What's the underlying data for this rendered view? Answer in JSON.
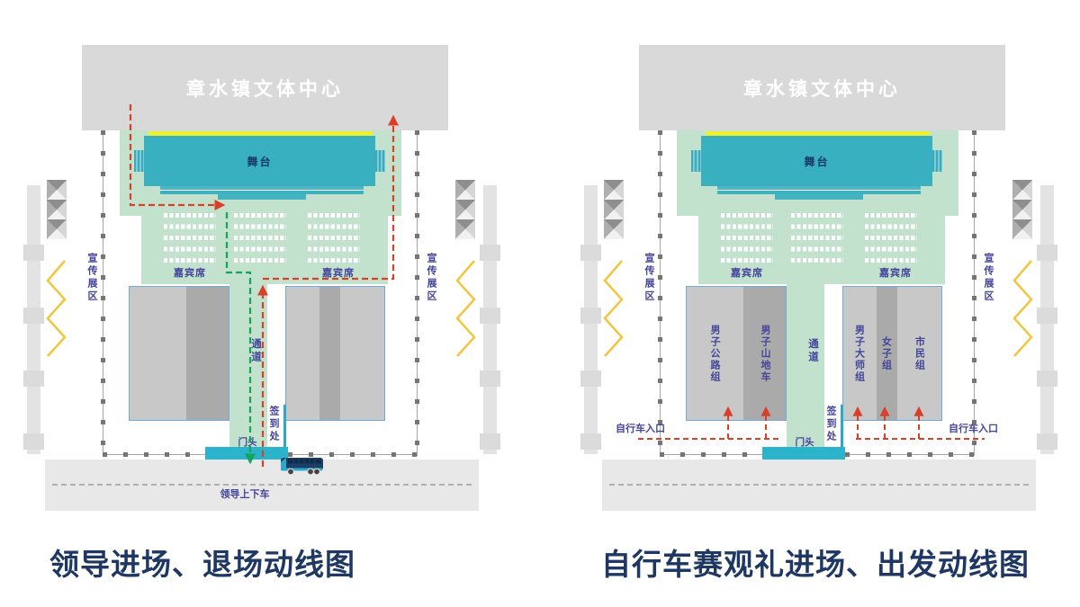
{
  "shared": {
    "building_name": "章水镇文体中心",
    "stage_label": "舞台",
    "guest_seats_label": "嘉宾席",
    "promo_area_label": "宣传展区",
    "aisle_label": "通道",
    "check_in_label": "签到处",
    "gate_label": "门头"
  },
  "leader_diagram": {
    "caption": "领导进场、退场动线图",
    "road_label": "领导上下车"
  },
  "bicycle_diagram": {
    "caption": "自行车赛观礼进场、出发动线图",
    "entrance_left_label": "自行车入口",
    "entrance_right_label": "自行车入口",
    "groups": [
      {
        "label": "男子公路组"
      },
      {
        "label": "男子山地车"
      },
      {
        "label": "男子大师组"
      },
      {
        "label": "女子组"
      },
      {
        "label": "市民组"
      }
    ]
  },
  "colors": {
    "building_gray": "#d9d9d9",
    "green_area": "#c3e2cd",
    "stage_teal": "#39b0c0",
    "gate_teal": "#2ab3cb",
    "yellow_edge": "#eef02c",
    "flow_red": "#d8402a",
    "flow_green": "#13a65a",
    "label_purple": "#44449a",
    "caption_navy": "#1e3863",
    "zigzag_yellow": "#f2c63c"
  }
}
